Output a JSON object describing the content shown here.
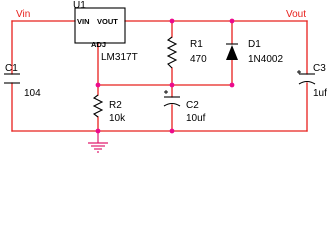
{
  "nets": {
    "vin": "Vin",
    "vout": "Vout"
  },
  "u1": {
    "ref": "U1",
    "part": "LM317T",
    "pin_in": "VIN",
    "pin_out": "VOUT",
    "pin_adj": "ADJ"
  },
  "r1": {
    "ref": "R1",
    "value": "470"
  },
  "r2": {
    "ref": "R2",
    "value": "10k"
  },
  "d1": {
    "ref": "D1",
    "part": "1N4002"
  },
  "c1": {
    "ref": "C1",
    "value": "104"
  },
  "c2": {
    "ref": "C2",
    "value": "10uf"
  },
  "c3": {
    "ref": "C3",
    "value": "1uf"
  },
  "colors": {
    "wire": "#e8201c",
    "node": "#ec0b8c",
    "ground": "#e01a6e",
    "component": "#000000"
  }
}
